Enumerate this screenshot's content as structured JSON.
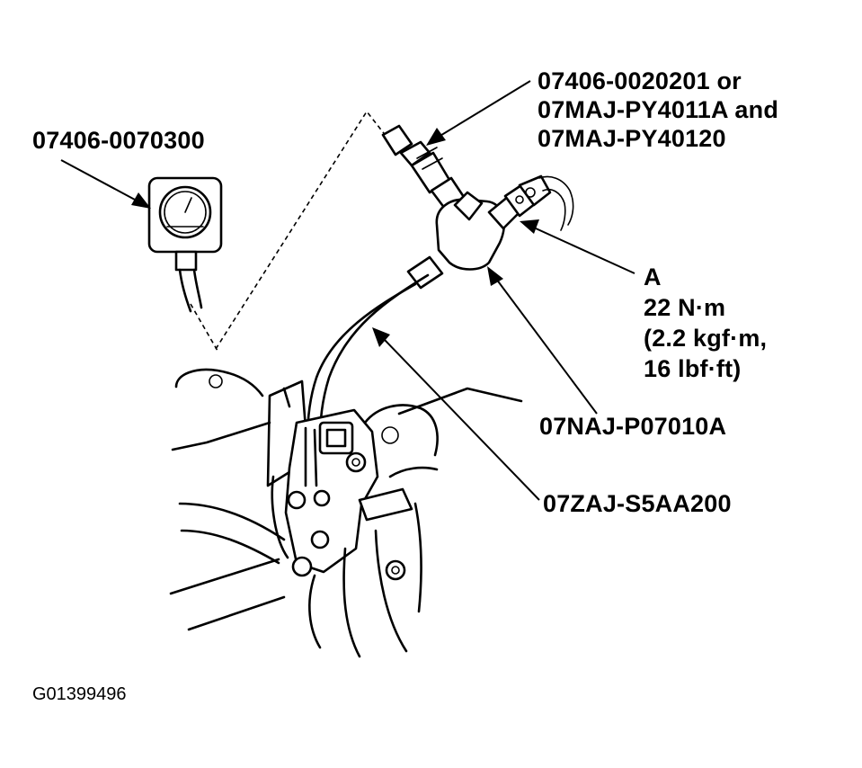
{
  "labels": {
    "gauge": "07406-0070300",
    "hose_line1": "07406-0020201 or",
    "hose_line2": "07MAJ-PY4011A and",
    "hose_line3": "07MAJ-PY40120",
    "a_line1": "A",
    "a_line2": "22 N·m",
    "a_line3": "(2.2 kgf·m,",
    "a_line4": "16 lbf·ft)",
    "adapter": "07NAJ-P07010A",
    "tube": "07ZAJ-S5AA200"
  },
  "figure_code": "G01399496"
}
